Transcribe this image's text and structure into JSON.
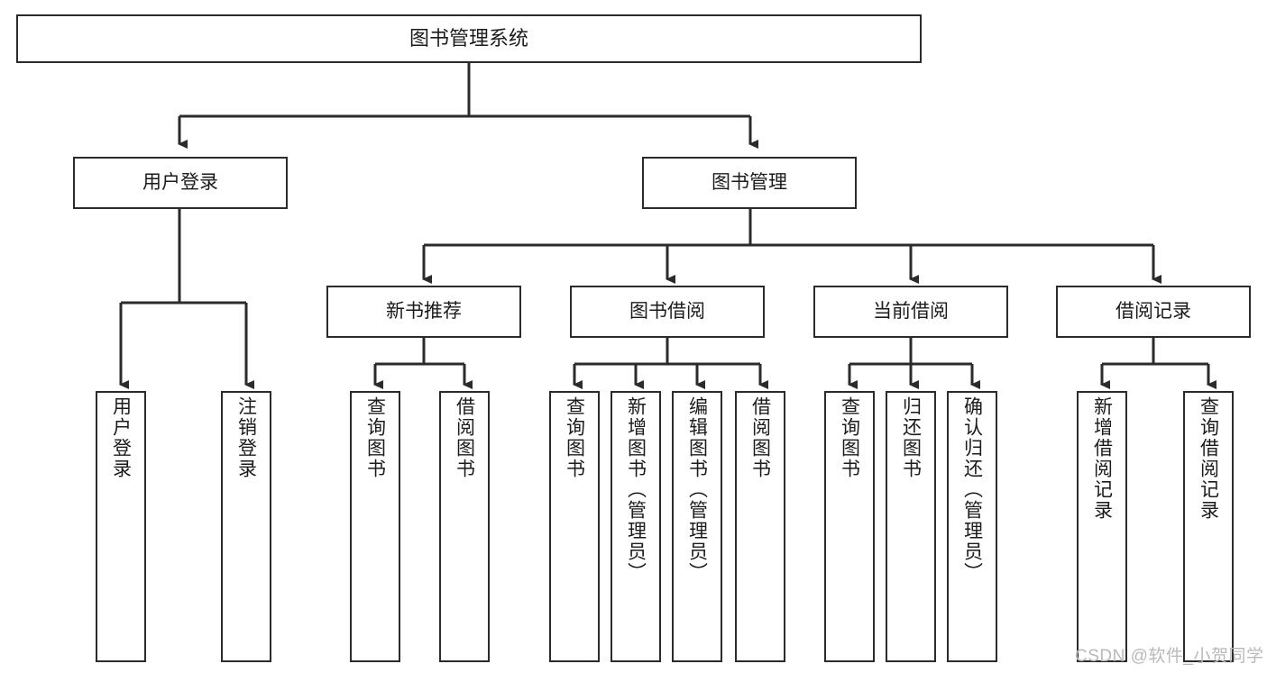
{
  "diagram": {
    "title": "图书管理系统",
    "type": "tree-hierarchy-chart",
    "colors": {
      "stroke": "#2b2b2b",
      "fill": "#ffffff",
      "text": "#1b1b1b",
      "watermark": "#b9b9b9"
    },
    "nodes": {
      "root": {
        "label": "图书管理系统"
      },
      "level1": [
        {
          "label": "用户登录"
        },
        {
          "label": "图书管理"
        }
      ],
      "level2": [
        {
          "label": "新书推荐"
        },
        {
          "label": "图书借阅"
        },
        {
          "label": "当前借阅"
        },
        {
          "label": "借阅记录"
        }
      ],
      "leaves_user_login": [
        {
          "label": "用户登录"
        },
        {
          "label": "注销登录"
        }
      ],
      "leaves_new_books": [
        {
          "label": "查询图书"
        },
        {
          "label": "借阅图书"
        }
      ],
      "leaves_borrow": [
        {
          "label": "查询图书"
        },
        {
          "label": "新增图书（管理员）"
        },
        {
          "label": "编辑图书（管理员）"
        },
        {
          "label": "借阅图书"
        }
      ],
      "leaves_current": [
        {
          "label": "查询图书"
        },
        {
          "label": "归还图书"
        },
        {
          "label": "确认归还（管理员）"
        }
      ],
      "leaves_records": [
        {
          "label": "新增借阅记录"
        },
        {
          "label": "查询借阅记录"
        }
      ]
    },
    "watermark": "CSDN @软件_小贺同学"
  }
}
